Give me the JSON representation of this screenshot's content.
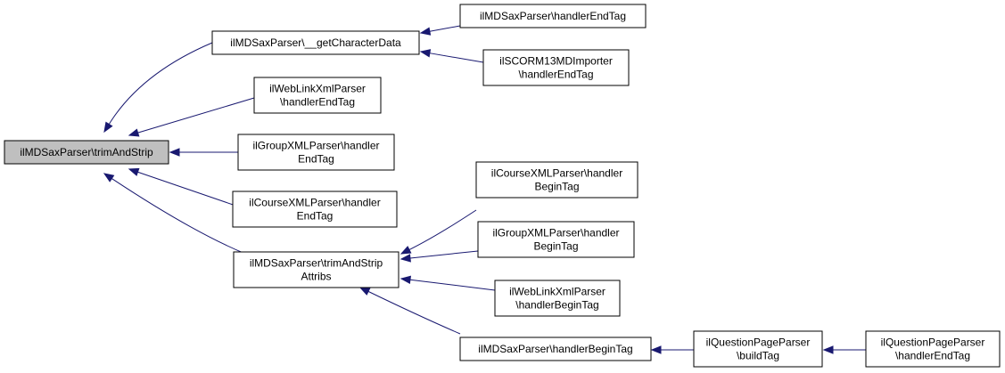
{
  "nodes": [
    {
      "id": "root",
      "lines": [
        "ilMDSaxParser\\trimAndStrip"
      ]
    },
    {
      "id": "getCharData",
      "lines": [
        "ilMDSaxParser\\__getCharacterData"
      ]
    },
    {
      "id": "webLinkEnd",
      "lines": [
        "ilWebLinkXmlParser",
        "\\handlerEndTag"
      ]
    },
    {
      "id": "groupEnd",
      "lines": [
        "ilGroupXMLParser\\handler",
        "EndTag"
      ]
    },
    {
      "id": "courseEnd",
      "lines": [
        "ilCourseXMLParser\\handler",
        "EndTag"
      ]
    },
    {
      "id": "trimAttribs",
      "lines": [
        "ilMDSaxParser\\trimAndStrip",
        "Attribs"
      ]
    },
    {
      "id": "mdEnd",
      "lines": [
        "ilMDSaxParser\\handlerEndTag"
      ]
    },
    {
      "id": "scormEnd",
      "lines": [
        "ilSCORM13MDImporter",
        "\\handlerEndTag"
      ]
    },
    {
      "id": "courseBegin",
      "lines": [
        "ilCourseXMLParser\\handler",
        "BeginTag"
      ]
    },
    {
      "id": "groupBegin",
      "lines": [
        "ilGroupXMLParser\\handler",
        "BeginTag"
      ]
    },
    {
      "id": "webLinkBegin",
      "lines": [
        "ilWebLinkXmlParser",
        "\\handlerBeginTag"
      ]
    },
    {
      "id": "mdBegin",
      "lines": [
        "ilMDSaxParser\\handlerBeginTag"
      ]
    },
    {
      "id": "qpBuild",
      "lines": [
        "ilQuestionPageParser",
        "\\buildTag"
      ]
    },
    {
      "id": "qpEnd",
      "lines": [
        "ilQuestionPageParser",
        "\\handlerEndTag"
      ]
    }
  ],
  "edges": [
    {
      "from": "getCharData",
      "to": "root"
    },
    {
      "from": "webLinkEnd",
      "to": "root"
    },
    {
      "from": "groupEnd",
      "to": "root"
    },
    {
      "from": "courseEnd",
      "to": "root"
    },
    {
      "from": "trimAttribs",
      "to": "root"
    },
    {
      "from": "mdEnd",
      "to": "getCharData"
    },
    {
      "from": "scormEnd",
      "to": "getCharData"
    },
    {
      "from": "courseBegin",
      "to": "trimAttribs"
    },
    {
      "from": "groupBegin",
      "to": "trimAttribs"
    },
    {
      "from": "webLinkBegin",
      "to": "trimAttribs"
    },
    {
      "from": "mdBegin",
      "to": "trimAttribs"
    },
    {
      "from": "qpBuild",
      "to": "mdBegin"
    },
    {
      "from": "qpEnd",
      "to": "qpBuild"
    }
  ],
  "colors": {
    "edge": "#191970",
    "root_fill": "#bfbfbf",
    "node_fill": "#ffffff",
    "node_stroke": "#000000"
  }
}
